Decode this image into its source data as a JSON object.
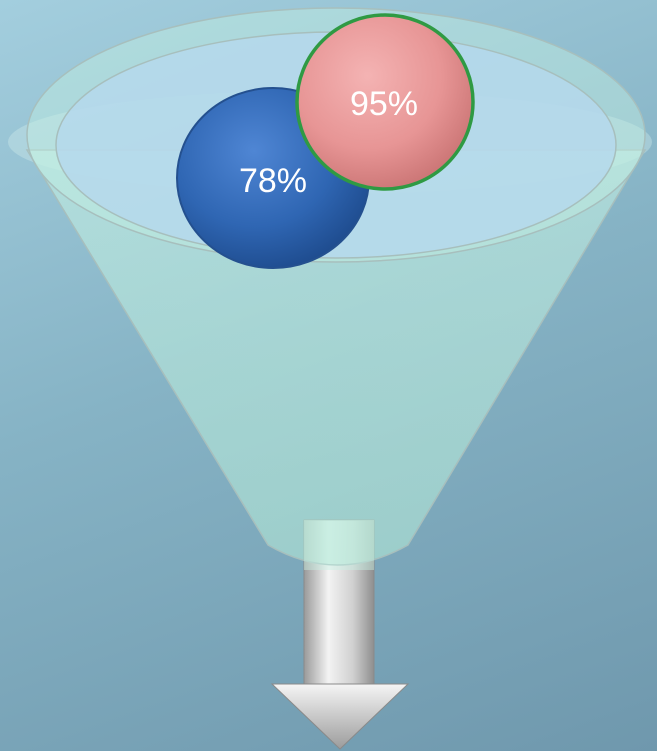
{
  "diagram": {
    "type": "funnel",
    "items": [
      {
        "label": "78%",
        "value": 78,
        "color": "#2f66b3"
      },
      {
        "label": "95%",
        "value": 95,
        "color": "#e79595"
      }
    ]
  },
  "colors": {
    "background_top": "#a3cede",
    "background_bottom": "#6f98ad",
    "funnel_fill": "#b8ecdc",
    "ball_blue": "#2f66b3",
    "ball_pink": "#e79595",
    "ball_pink_border": "#2f9a43",
    "arrow": "#c9c9c9"
  }
}
